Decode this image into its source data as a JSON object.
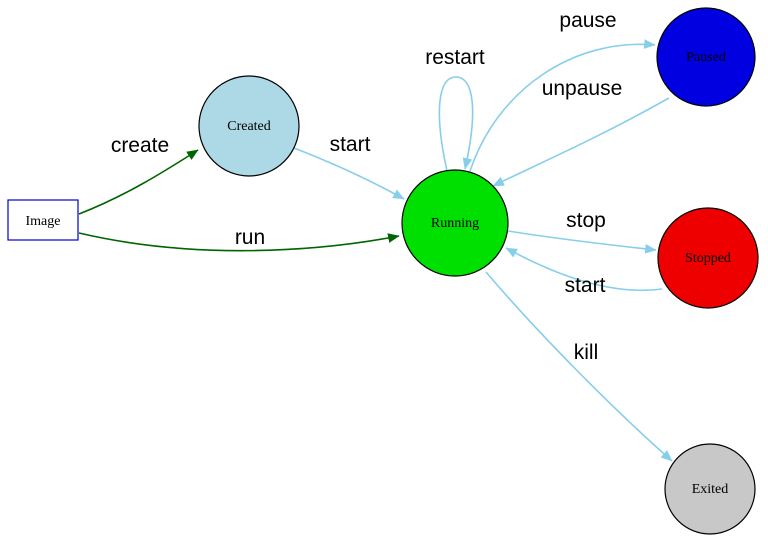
{
  "diagram": {
    "description": "Container lifecycle state diagram",
    "colors": {
      "image_edge": "#006400",
      "state_edge": "#87ceeb",
      "label_text": "#000000",
      "background": "#ffffff"
    },
    "nodes": {
      "image": {
        "label": "Image",
        "shape": "rect",
        "fill": "#ffffff",
        "stroke": "#0000cc"
      },
      "created": {
        "label": "Created",
        "shape": "circle",
        "fill": "#add8e6",
        "stroke": "#000000"
      },
      "running": {
        "label": "Running",
        "shape": "circle",
        "fill": "#00e000",
        "stroke": "#000000"
      },
      "paused": {
        "label": "Paused",
        "shape": "circle",
        "fill": "#0000e0",
        "stroke": "#000000"
      },
      "stopped": {
        "label": "Stopped",
        "shape": "circle",
        "fill": "#ee0000",
        "stroke": "#000000"
      },
      "exited": {
        "label": "Exited",
        "shape": "circle",
        "fill": "#c8c8c8",
        "stroke": "#000000"
      }
    },
    "edges": [
      {
        "id": "create",
        "label": "create",
        "from": "Image",
        "to": "Created",
        "color": "#006400"
      },
      {
        "id": "run",
        "label": "run",
        "from": "Image",
        "to": "Running",
        "color": "#006400"
      },
      {
        "id": "start1",
        "label": "start",
        "from": "Created",
        "to": "Running",
        "color": "#87ceeb"
      },
      {
        "id": "restart",
        "label": "restart",
        "from": "Running",
        "to": "Running",
        "color": "#87ceeb"
      },
      {
        "id": "pause",
        "label": "pause",
        "from": "Running",
        "to": "Paused",
        "color": "#87ceeb"
      },
      {
        "id": "unpause",
        "label": "unpause",
        "from": "Paused",
        "to": "Running",
        "color": "#87ceeb"
      },
      {
        "id": "stop",
        "label": "stop",
        "from": "Running",
        "to": "Stopped",
        "color": "#87ceeb"
      },
      {
        "id": "start2",
        "label": "start",
        "from": "Stopped",
        "to": "Running",
        "color": "#87ceeb"
      },
      {
        "id": "kill",
        "label": "kill",
        "from": "Running",
        "to": "Exited",
        "color": "#87ceeb"
      }
    ]
  }
}
